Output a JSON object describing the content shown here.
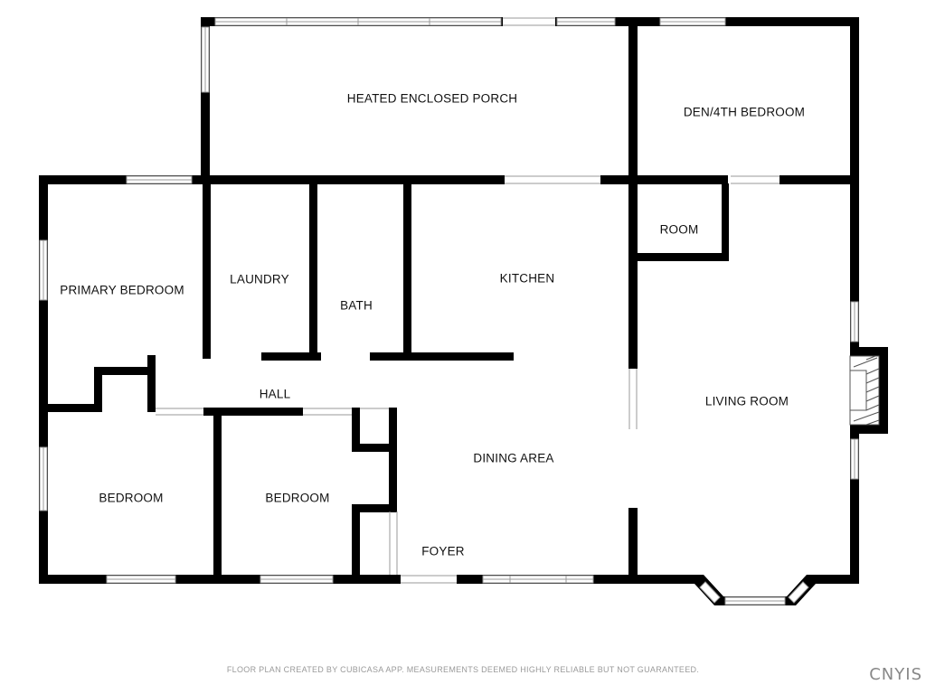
{
  "plan": {
    "rooms": {
      "porch": "HEATED ENCLOSED PORCH",
      "den": "DEN/4TH BEDROOM",
      "primary_bedroom": "PRIMARY BEDROOM",
      "laundry": "LAUNDRY",
      "bath": "BATH",
      "kitchen": "KITCHEN",
      "room": "ROOM",
      "living_room": "LIVING ROOM",
      "hall": "HALL",
      "bedroom_left": "BEDROOM",
      "bedroom_middle": "BEDROOM",
      "dining_area": "DINING AREA",
      "foyer": "FOYER"
    }
  },
  "footer": {
    "disclaimer": "FLOOR PLAN CREATED BY CUBICASA APP. MEASUREMENTS DEEMED HIGHLY RELIABLE BUT NOT GUARANTEED.",
    "brand": "CNYIS"
  }
}
